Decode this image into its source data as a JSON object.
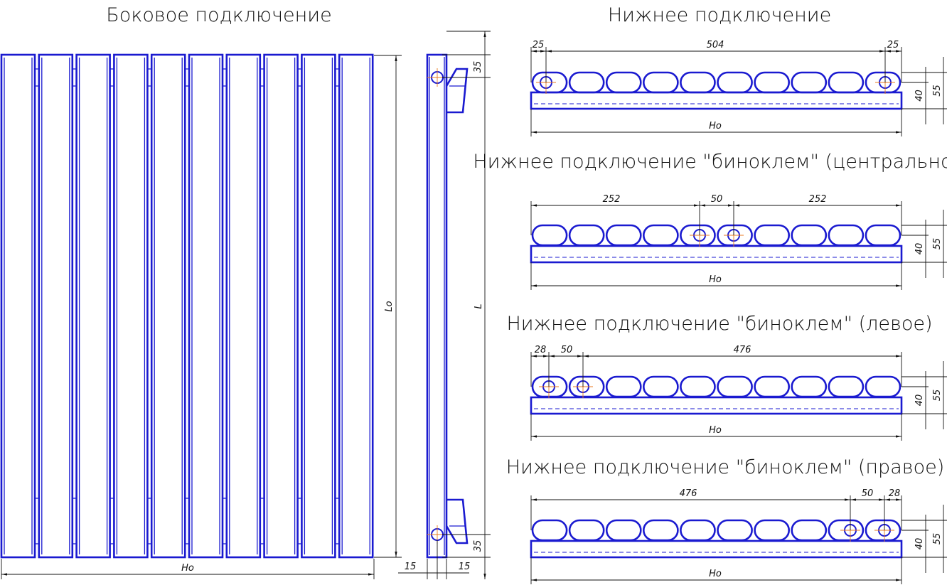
{
  "titles": {
    "side": "Боковое подключение",
    "bottom": "Нижнее подключение",
    "bino_center": "Нижнее подключение \"биноклем\" (центральное)",
    "bino_left": "Нижнее подключение \"биноклем\" (левое)",
    "bino_right": "Нижнее подключение \"биноклем\" (правое)"
  },
  "front_view": {
    "section_count": 10,
    "dim_width": "Но",
    "dim_height": "Lо"
  },
  "side_view": {
    "dim_top": "35",
    "dim_bottom": "35",
    "dim_length": "L",
    "dim_left": "15",
    "dim_right": "15"
  },
  "bottom_views": [
    {
      "key": "bottom",
      "dims": [
        "25",
        "504",
        "25"
      ],
      "height_small": "40",
      "height_large": "55",
      "width": "Но"
    },
    {
      "key": "bino_center",
      "dims": [
        "252",
        "50",
        "252"
      ],
      "height_small": "40",
      "height_large": "55",
      "width": "Но"
    },
    {
      "key": "bino_left",
      "dims": [
        "28",
        "50",
        "476"
      ],
      "height_small": "40",
      "height_large": "55",
      "width": "Но"
    },
    {
      "key": "bino_right",
      "dims": [
        "476",
        "50",
        "28"
      ],
      "height_small": "40",
      "height_large": "55",
      "width": "Но"
    }
  ]
}
